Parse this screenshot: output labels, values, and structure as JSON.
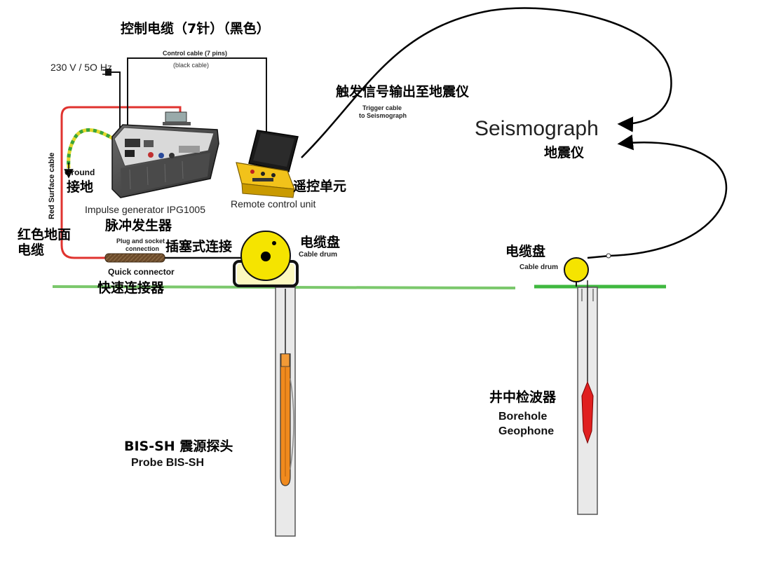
{
  "colors": {
    "ground": "#7bc86c",
    "ground_right": "#3fb83f",
    "red_cable": "#e0332f",
    "drum_yellow": "#f5e400",
    "probe_orange": "#f08a1e",
    "geophone_red": "#e02020",
    "case_yellow": "#f2c21a"
  },
  "labels": {
    "control_cable_cn": "控制电缆（7针）（黑色）",
    "control_cable_en": "Control cable (7 pins)",
    "black_cable_en": "(black cable)",
    "power": "230 V / 5O Hz",
    "trigger_cn": "触发信号输出至地震仪",
    "trigger_en_1": "Trigger cable",
    "trigger_en_2": "to Seismograph",
    "seismograph_en": "Seismograph",
    "seismograph_cn": "地震仪",
    "ground_en": "Ground",
    "ground_cn": "接地",
    "red_surface_cable_en": "Red Surface cable",
    "remote_cn": "遥控单元",
    "remote_en": "Remote control unit",
    "impulse_en": "Impulse generator IPG1005",
    "impulse_cn": "脉冲发生器",
    "red_cable_cn_1": "红色地面",
    "red_cable_cn_2": "电缆",
    "plug_en_1": "Plug and socket",
    "plug_en_2": "connection",
    "plug_cn": "插塞式连接",
    "quick_en": "Quick connector",
    "quick_cn": "快速连接器",
    "drum_left_cn": "电缆盘",
    "drum_left_en": "Cable drum",
    "drum_right_cn": "电缆盘",
    "drum_right_en": "Cable drum",
    "probe_cn": "BIS-SH 震源探头",
    "probe_en": "Probe BIS-SH",
    "geophone_cn": "井中检波器",
    "geophone_en_1": "Borehole",
    "geophone_en_2": "Geophone"
  }
}
